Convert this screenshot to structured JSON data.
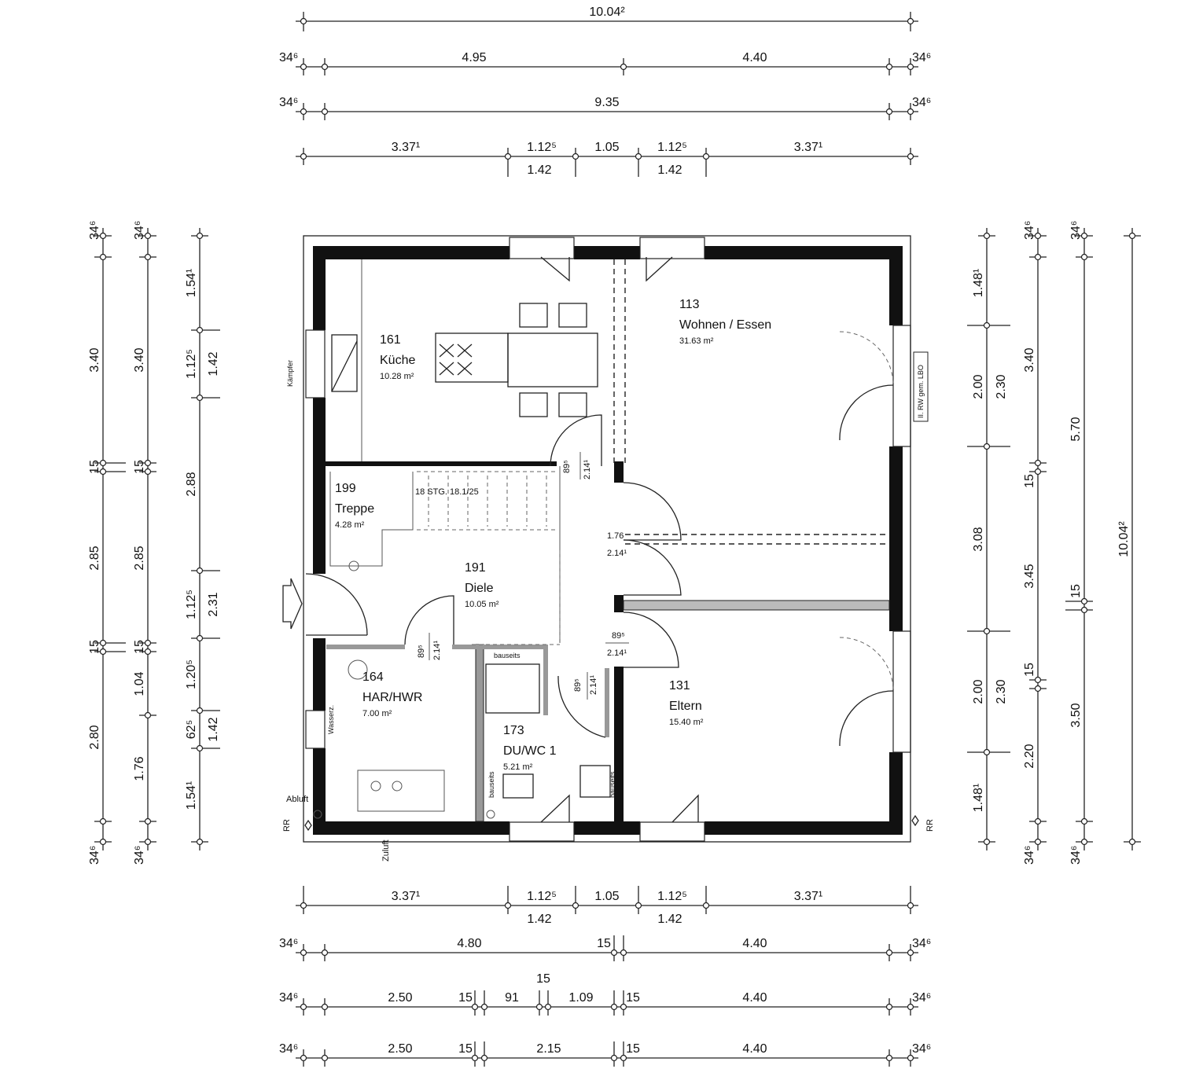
{
  "rooms": {
    "kueche": {
      "number": "161",
      "name": "Küche",
      "area": "10.28 m²"
    },
    "wohnen": {
      "number": "113",
      "name": "Wohnen / Essen",
      "area": "31.63 m²"
    },
    "treppe": {
      "number": "199",
      "name": "Treppe",
      "area": "4.28 m²"
    },
    "diele": {
      "number": "191",
      "name": "Diele",
      "area": "10.05 m²"
    },
    "har": {
      "number": "164",
      "name": "HAR/HWR",
      "area": "7.00 m²"
    },
    "du": {
      "number": "173",
      "name": "DU/WC 1",
      "area": "5.21 m²"
    },
    "eltern": {
      "number": "131",
      "name": "Eltern",
      "area": "15.40 m²"
    }
  },
  "notes": {
    "stair": "18 STG. 18.1/25",
    "kaempfer": "Kämpfer",
    "rw": "II. RW gem. LBO",
    "bauseits": "bauseits",
    "abluft": "Abluft",
    "zuluft": "Zuluft",
    "rr": "RR",
    "wasserz": "Wasserz."
  },
  "dims": {
    "top_total": "10.04²",
    "top_edge": "34⁶",
    "top_row2": [
      "4.95",
      "4.40"
    ],
    "top_row3": "9.35",
    "top_row4": [
      "3.37¹",
      "1.12⁵",
      "1.05",
      "1.12⁵",
      "3.37¹"
    ],
    "top_row4_sub": [
      "1.42",
      "1.42"
    ],
    "bottom_row1": [
      "3.37¹",
      "1.12⁵",
      "1.05",
      "1.12⁵",
      "3.37¹"
    ],
    "bottom_row1_sub": [
      "1.42",
      "1.42"
    ],
    "bottom_row2": [
      "4.80",
      "15",
      "4.40"
    ],
    "bottom_row3": [
      "2.50",
      "15",
      "91",
      "15",
      "1.09",
      "15",
      "4.40"
    ],
    "bottom_row4": [
      "2.50",
      "15",
      "2.15",
      "15",
      "4.40"
    ],
    "left_col1": [
      "34⁶",
      "3.40",
      "15",
      "2.85",
      "15",
      "2.80",
      "34⁶"
    ],
    "left_col2": [
      "34⁶",
      "3.40",
      "15",
      "2.85",
      "15",
      "1.04",
      "1.76",
      "34⁶"
    ],
    "left_col3": [
      "1.54¹",
      "1.12⁵",
      "1.42",
      "2.88",
      "1.12⁵",
      "2.31",
      "1.20⁵",
      "62⁵",
      "1.42",
      "1.54¹"
    ],
    "right_col1": [
      "1.48¹",
      "2.00",
      "2.30",
      "3.08",
      "2.00",
      "2.30",
      "1.48¹"
    ],
    "right_col2": [
      "34⁶",
      "3.40",
      "15",
      "3.45",
      "15",
      "2.20",
      "34⁶"
    ],
    "right_col3": [
      "34⁶",
      "5.70",
      "15",
      "3.50",
      "34⁶"
    ],
    "right_col4": "10.04²",
    "interior": [
      "89⁵",
      "2.14¹",
      "1.76",
      "2.14¹",
      "89⁵",
      "2.14¹",
      "89⁵",
      "2.14¹",
      "89⁵",
      "2.14¹"
    ]
  }
}
